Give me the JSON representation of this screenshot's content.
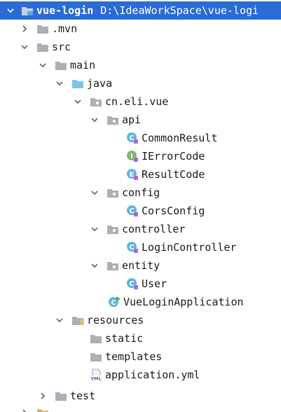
{
  "project": {
    "name": "vue-login",
    "path": "D:\\IdeaWorkSpace\\vue-logi"
  },
  "nodes": {
    "mvn": ".mvn",
    "src": "src",
    "main": "main",
    "java": "java",
    "package": "cn.eli.vue",
    "api": "api",
    "common_result": "CommonResult",
    "ierror_code": "IErrorCode",
    "result_code": "ResultCode",
    "config": "config",
    "cors_config": "CorsConfig",
    "controller": "controller",
    "login_controller": "LoginController",
    "entity": "entity",
    "user": "User",
    "vue_login_application": "VueLoginApplication",
    "resources": "resources",
    "static": "static",
    "templates": "templates",
    "application_yml": "application.yml",
    "test": "test"
  },
  "icons": {
    "class_c": "class-icon",
    "interface_i": "interface-icon",
    "enum_e": "enum-icon",
    "app_class": "spring-application-class-icon",
    "yml_file": "yml-file-icon",
    "folder": "folder-icon",
    "package": "package-icon"
  },
  "colors": {
    "selection": "#2a6bd8",
    "folder": "#a9b0b8",
    "source_folder": "#7cc3ea",
    "resources_folder": "#e8c46a",
    "class_circle": "#5fb3e6",
    "interface_circle": "#7ab96e",
    "kotlin_badge": "#f0822e",
    "arrow": "#6b6b6b"
  }
}
